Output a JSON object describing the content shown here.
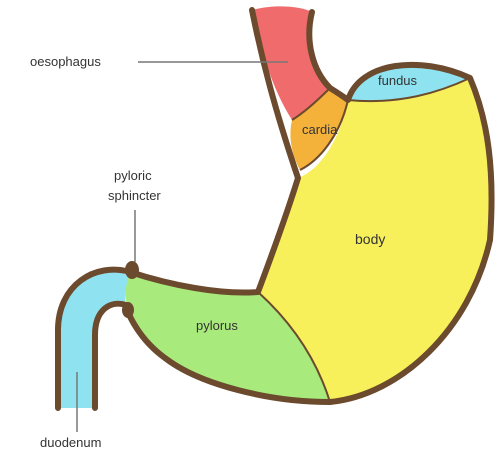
{
  "diagram": {
    "labels": {
      "esophagus": "oesophagus",
      "fundus": "fundus",
      "cardia": "cardia",
      "body": "body",
      "pyloric_sphincter_line1": "pyloric",
      "pyloric_sphincter_line2": "sphincter",
      "pylorus": "pylorus",
      "duodenum": "duodenum"
    },
    "colors": {
      "outline": "#6b4a2e",
      "esophagus": "#f06b6b",
      "fundus": "#8fe3f0",
      "cardia": "#f4b23a",
      "body": "#f8f05a",
      "pylorus": "#a9ea7c",
      "duodenum": "#8fe3f0",
      "leader_line": "#777777",
      "text": "#333333"
    }
  }
}
